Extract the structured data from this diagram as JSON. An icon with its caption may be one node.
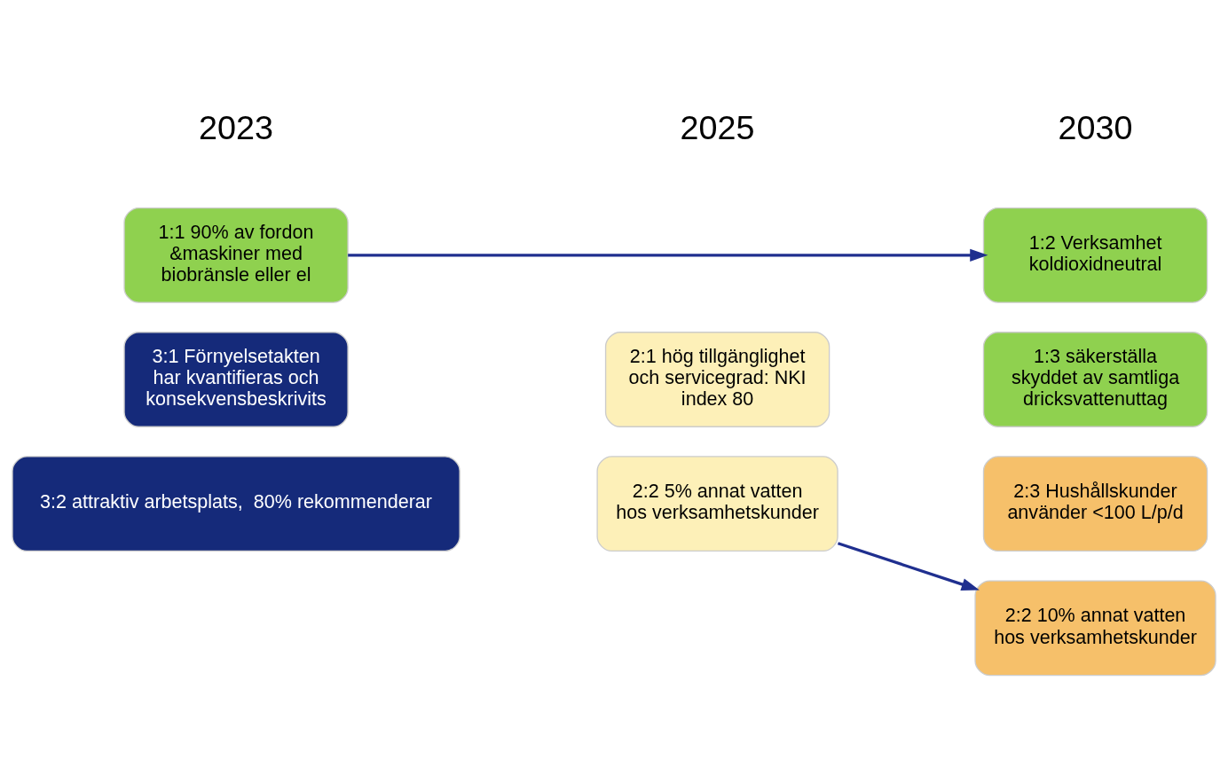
{
  "diagram": {
    "nodes": [
      {
        "text": [
          "1:1 90% av fordon &maskiner med biobränsle eller el"
        ]
      },
      {
        "text": [
          "1:2 Verksamhet koldioxidneutral"
        ]
      },
      {
        "text": [
          "3:1 Förnyelsetakten har kvantifieras och konsekvensbeskrivits"
        ]
      },
      {
        "text": [
          "1:3 säkerställa skyddet av samtliga dricksvattenuttag"
        ]
      },
      {
        "text": [
          "2:1 hög tillgänglighet och servicegrad: NKI index 80"
        ]
      },
      {
        "text": [
          "2:3 Hushållskunder använder <100 L/p/d"
        ]
      },
      {
        "text": [
          "2:2 5% annat vatten hos verksamhetskunder"
        ]
      },
      {
        "text": [
          "2:2 10% annat vatten hos verksamhetskunder"
        ]
      },
      {
        "text": [
          "3:2 attraktiv arbetsplats,  80% rekommenderar"
        ]
      }
    ],
    "edges": [
      {
        "from": 0,
        "to": 1,
        "arrow": "to"
      },
      {
        "from": 6,
        "to": 7,
        "arrow": "to"
      }
    ],
    "labels": [
      "2023",
      "2025",
      "2030"
    ]
  }
}
